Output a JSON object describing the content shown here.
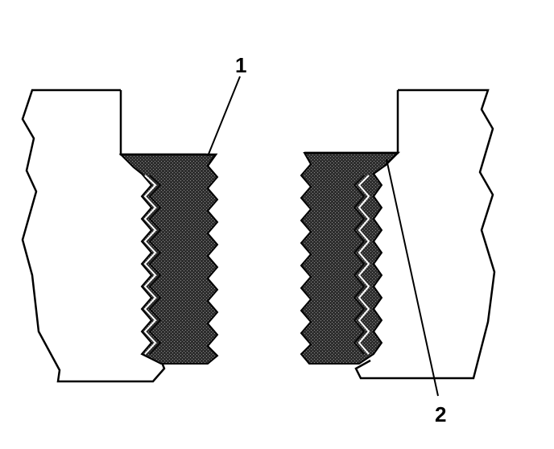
{
  "diagram": {
    "callouts": [
      {
        "id": "1",
        "label": "1"
      },
      {
        "id": "2",
        "label": "2"
      }
    ],
    "colors": {
      "outline": "#000000",
      "background": "#ffffff",
      "thread_fill": "#2e2e2e",
      "thread_highlight": "#8a8a8a"
    }
  }
}
